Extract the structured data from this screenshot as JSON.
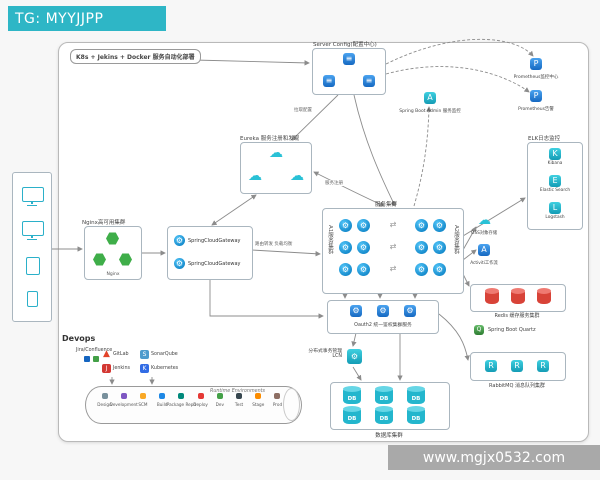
{
  "watermark_top": "TG: MYYJJPP",
  "watermark_bottom": "www.mgjx0532.com",
  "icons": {
    "cloud": "☁",
    "gear": "⚙",
    "config_lines": "≡",
    "exchange": "⇄",
    "kibana": "K",
    "elastic": "E",
    "logstash": "L",
    "prometheus": "P",
    "boot_admin": "A",
    "activiti": "A",
    "rabbit": "R",
    "quartz": "Q",
    "gitlab": "▲",
    "sonarqube": "S",
    "jenkins": "J",
    "kubernetes": "K"
  },
  "diagram": {
    "title": "K8s + Jekins + Docker 服务自动化部署",
    "server_config_label": "Server Config(配置中心)",
    "eureka_label": "Eureka 服务注册和发现",
    "nginx_label": "Nginx高可用集群",
    "nginx_name": "Nginx",
    "gateway_rows": [
      "SpringCloudGateway",
      "SpringCloudGateway"
    ],
    "cluster_label": "服务集群",
    "cluster_a1": "A1服务集群",
    "cluster_a2": "A2服务集群",
    "oauth2_label": "Oauth2 统一鉴权集群服务",
    "lcn_line1": "分布式事务管理",
    "lcn_line2": "LCN",
    "db_label": "数据库集群",
    "db_text": "DB",
    "elk_label": "ELK日志监控",
    "elk_items": [
      "Kibana",
      "Elastic Search",
      "Logstash"
    ],
    "prometheus_center": "Prometheus监控中心",
    "prometheus_alert": "Prometheus告警",
    "boot_admin": "Spring Boot Admin 服务监控",
    "oss": "OSS对象存储",
    "activiti": "Activiti工作流",
    "redis_label": "Redis 缓存服务集群",
    "quartz_label": "Spring Boot Quartz",
    "rabbitmq_label": "RabbitMQ 消息队列集群",
    "edge_route": "路由转发 负载均衡",
    "edge_register": "服务注册",
    "edge_config": "拉取配置"
  },
  "devops": {
    "title": "Devops",
    "jira": "Jira/Confluence",
    "tools": [
      "GitLab",
      "SonarQube",
      "Jenkins",
      "Kubernetes"
    ],
    "runtime_label": "Runtime Environments",
    "stages": [
      "Design",
      "Development",
      "SCM",
      "Build",
      "Package Repo",
      "Deploy",
      "Dev",
      "Test",
      "Stage",
      "Prod"
    ]
  }
}
